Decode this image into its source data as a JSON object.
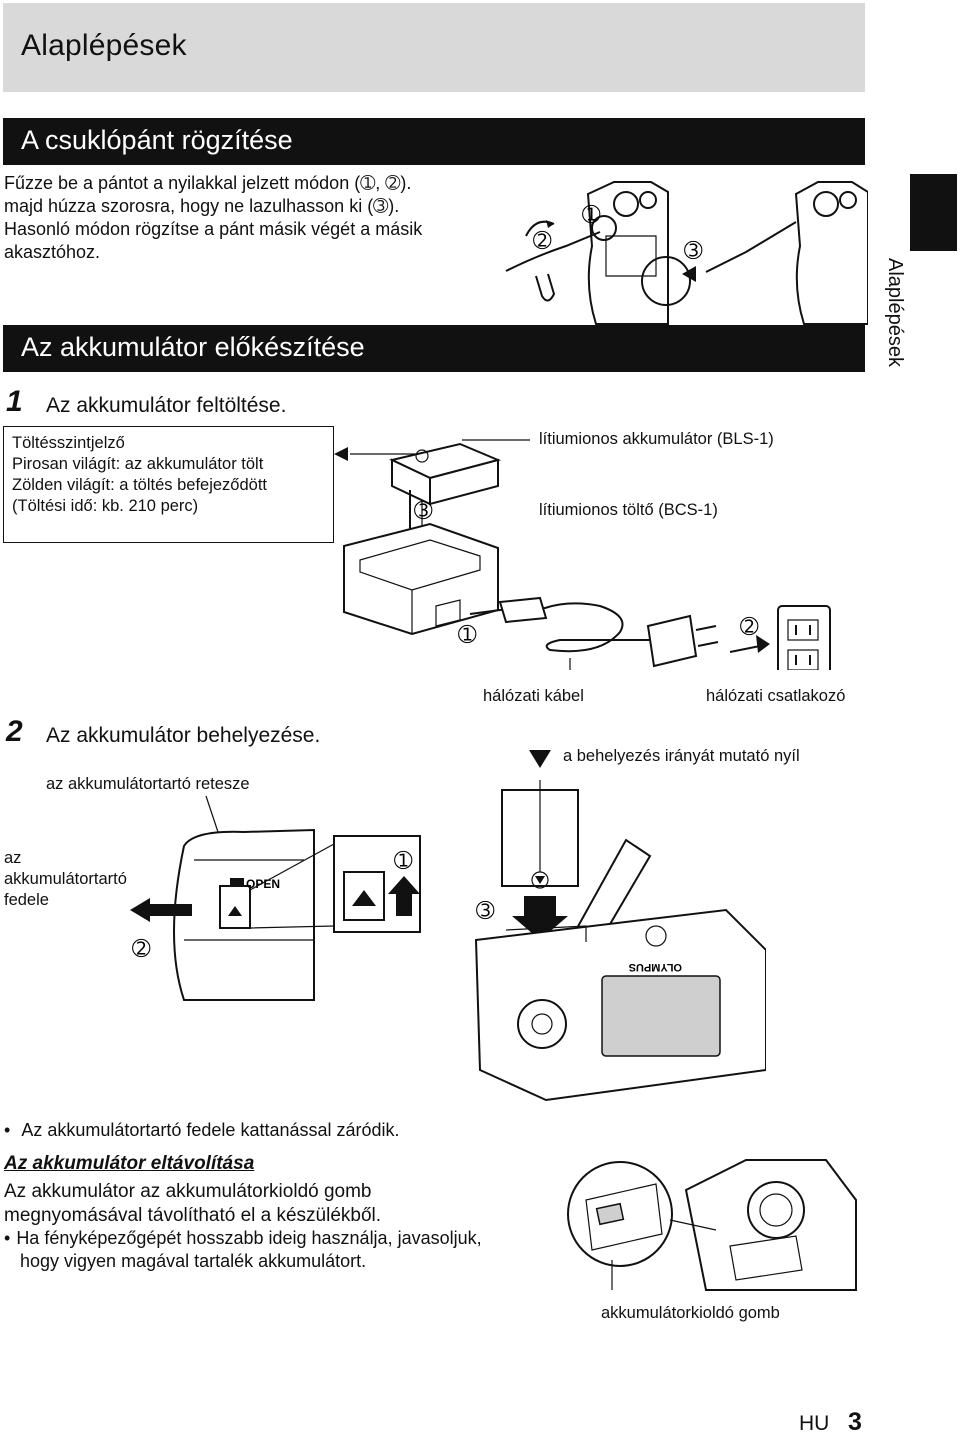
{
  "header": {
    "title": "Alaplépések"
  },
  "side_tab": {
    "label": "Alaplépések"
  },
  "strap": {
    "title": "A csuklópánt rögzítése",
    "text": [
      "Fűzze be a pántot a nyilakkal jelzett módon (➀, ➁).",
      "majd húzza szorosra, hogy ne lazulhasson ki (➂).",
      "Hasonló módon rögzítse a pánt másik végét a másik",
      "akasztóhoz."
    ],
    "markers": [
      "➀",
      "➁",
      "➂"
    ]
  },
  "battery_prep": {
    "title": "Az akkumulátor előkészítése",
    "step1": {
      "num": "1",
      "label": "Az akkumulátor feltöltése."
    },
    "indicator_box": [
      "Töltésszintjelző",
      "Pirosan világít: az akkumulátor tölt",
      "Zölden világít: a töltés befejeződött",
      "(Töltési idő: kb. 210 perc)"
    ],
    "battery_label": "lítiumionos akkumulátor (BLS-1)",
    "charger_label": "lítiumionos töltő (BCS-1)",
    "cable_label": "hálózati kábel",
    "outlet_label": "hálózati csatlakozó",
    "markers": [
      "➀",
      "➁",
      "➂"
    ]
  },
  "step2": {
    "num": "2",
    "label": "Az akkumulátor behelyezése.",
    "lock_label": "az akkumulátortartó retesze",
    "cover_label": [
      "az",
      "akkumulátortartó",
      "fedele"
    ],
    "open_label": "OPEN",
    "arrow_label": "a behelyezés irányát mutató nyíl",
    "brand": "OLYMPUS",
    "markers": [
      "➀",
      "➁",
      "➂"
    ]
  },
  "notes": {
    "bullet1": "Az akkumulátortartó fedele kattanással záródik.",
    "remove_heading": "Az akkumulátor eltávolítása",
    "remove_text": [
      "Az akkumulátor az akkumulátorkioldó gomb",
      "megnyomásával távolítható el a készülékből."
    ],
    "bullet2": [
      "Ha fényképezőgépét hosszabb ideig használja, javasoljuk,",
      "hogy vigyen magával tartalék akkumulátort."
    ],
    "release_label": "akkumulátorkioldó gomb"
  },
  "footer": {
    "lang": "HU",
    "page": "3"
  }
}
